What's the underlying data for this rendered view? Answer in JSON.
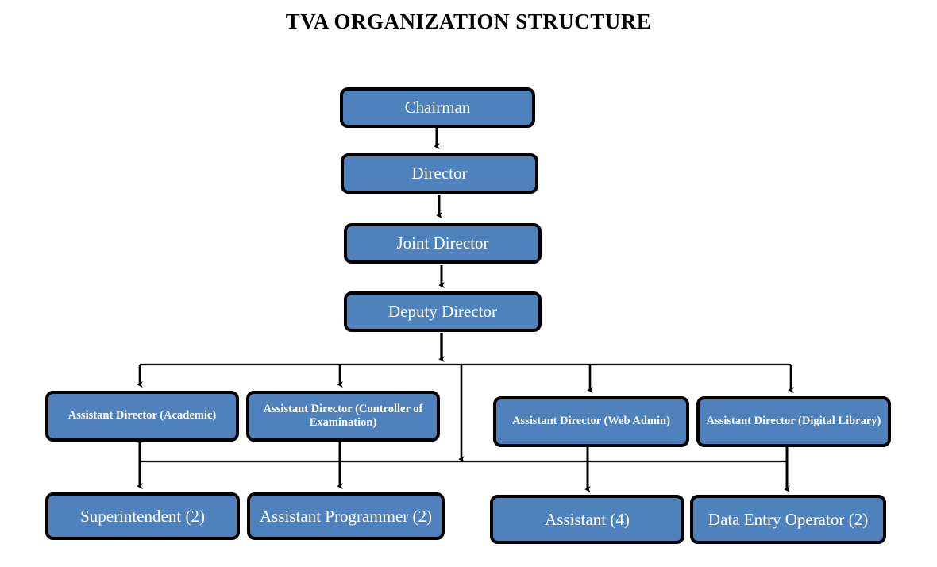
{
  "page": {
    "title": "TVA ORGANIZATION STRUCTURE",
    "background_color": "#FFFFFF"
  },
  "theme": {
    "node_fill": "#4F81BD",
    "node_border": "#000000",
    "node_text": "#FFFFFF",
    "connector_color": "#000000",
    "title_color": "#000000"
  },
  "chart_data": {
    "type": "diagram",
    "diagram_kind": "organization-chart",
    "title": "TVA ORGANIZATION STRUCTURE",
    "orientation": "top-down",
    "levels": [
      {
        "level": 1,
        "nodes": [
          "Chairman"
        ]
      },
      {
        "level": 2,
        "nodes": [
          "Director"
        ]
      },
      {
        "level": 3,
        "nodes": [
          "Joint Director"
        ]
      },
      {
        "level": 4,
        "nodes": [
          "Deputy Director"
        ]
      },
      {
        "level": 5,
        "nodes": [
          "Assistant Director (Academic)",
          "Assistant Director (Controller of Examination)",
          "Assistant Director (Web Admin)",
          "Assistant Director (Digital Library)"
        ]
      },
      {
        "level": 6,
        "nodes": [
          "Superintendent (2)",
          "Assistant Programmer (2)",
          "Assistant (4)",
          "Data Entry Operator (2)"
        ]
      }
    ],
    "edges": [
      {
        "from": "Chairman",
        "to": "Director"
      },
      {
        "from": "Director",
        "to": "Joint Director"
      },
      {
        "from": "Joint Director",
        "to": "Deputy Director"
      },
      {
        "from": "Deputy Director",
        "to": "Assistant Director (Academic)"
      },
      {
        "from": "Deputy Director",
        "to": "Assistant Director (Controller of Examination)"
      },
      {
        "from": "Deputy Director",
        "to": "Assistant Director (Web Admin)"
      },
      {
        "from": "Deputy Director",
        "to": "Assistant Director (Digital Library)"
      },
      {
        "from": "Assistant Director (Academic)",
        "to": "Superintendent (2)"
      },
      {
        "from": "Assistant Director (Controller of Examination)",
        "to": "Assistant Programmer (2)"
      },
      {
        "from": "Assistant Director (Web Admin)",
        "to": "Assistant (4)"
      },
      {
        "from": "Assistant Director (Digital Library)",
        "to": "Data Entry Operator (2)"
      }
    ]
  },
  "nodes": {
    "chairman": {
      "label": "Chairman"
    },
    "director": {
      "label": "Director"
    },
    "joint_director": {
      "label": "Joint Director"
    },
    "deputy_director": {
      "label": "Deputy Director"
    },
    "ad_academic": {
      "label": "Assistant Director (Academic)"
    },
    "ad_controller": {
      "label": "Assistant Director (Controller of Examination)"
    },
    "ad_webadmin": {
      "label": "Assistant Director (Web Admin)"
    },
    "ad_digitallibrary": {
      "label": "Assistant Director (Digital Library)"
    },
    "superintendent": {
      "label": "Superintendent (2)"
    },
    "assistant_programmer": {
      "label": "Assistant Programmer (2)"
    },
    "assistant": {
      "label": "Assistant (4)"
    },
    "data_entry_operator": {
      "label": "Data Entry Operator (2)"
    }
  }
}
